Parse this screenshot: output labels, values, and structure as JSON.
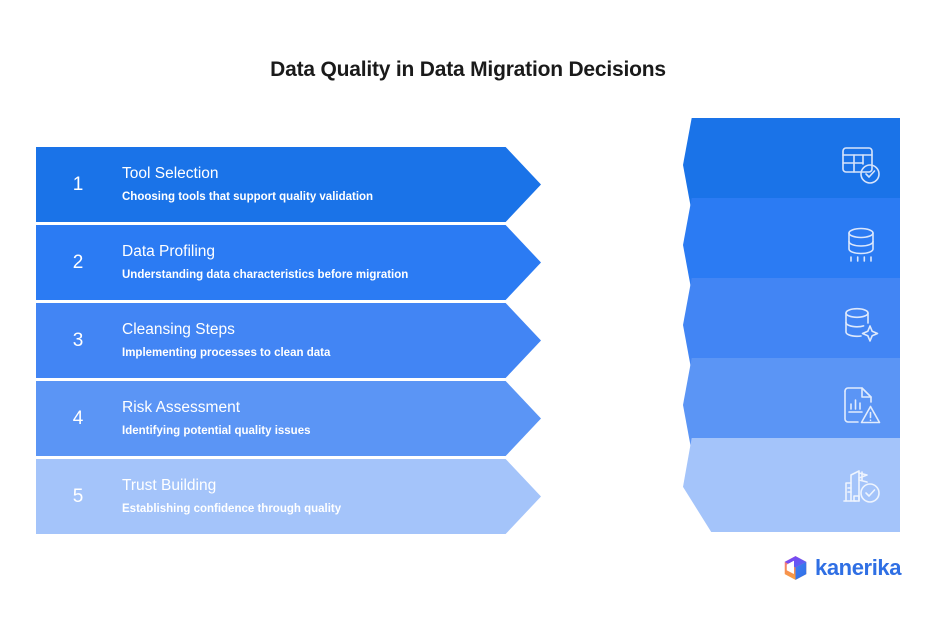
{
  "title": "Data Quality in Data Migration Decisions",
  "steps": [
    {
      "number": "1",
      "title": "Tool Selection",
      "subtitle": "Choosing tools that support quality validation",
      "color": "#1a73e8",
      "icon": "table-check-icon"
    },
    {
      "number": "2",
      "title": "Data Profiling",
      "subtitle": "Understanding data characteristics before migration",
      "color": "#2b7bf3",
      "icon": "database-scan-icon"
    },
    {
      "number": "3",
      "title": "Cleansing Steps",
      "subtitle": "Implementing processes to clean data",
      "color": "#4285f4",
      "icon": "database-sparkle-icon"
    },
    {
      "number": "4",
      "title": "Risk Assessment",
      "subtitle": "Identifying potential quality issues",
      "color": "#5b95f5",
      "icon": "report-warning-icon"
    },
    {
      "number": "5",
      "title": "Trust Building",
      "subtitle": "Establishing confidence through quality",
      "color": "#a4c4fa",
      "icon": "building-check-icon"
    }
  ],
  "logo": {
    "wordmark": "kanerika",
    "icon": "cube-logo-icon",
    "word_color": "#2f6fe4"
  }
}
